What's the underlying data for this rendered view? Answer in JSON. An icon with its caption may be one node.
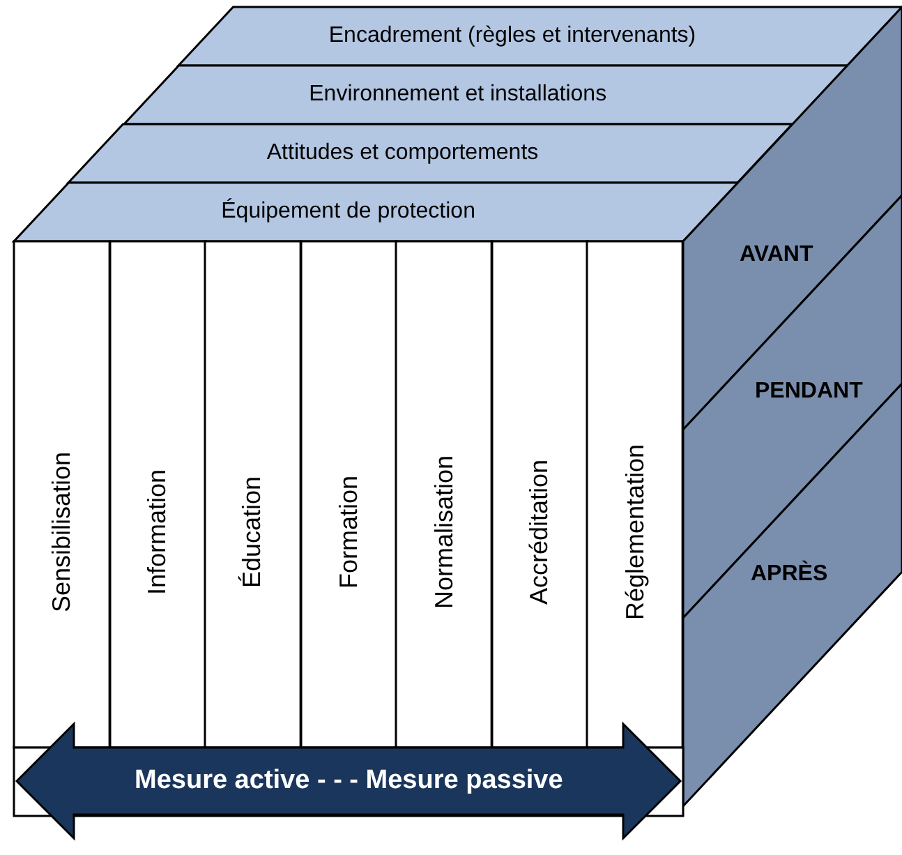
{
  "diagram": {
    "nodes": [
      {
        "text": [
          "Encadrement (règles et intervenants)"
        ]
      },
      {
        "text": [
          "Environnement et installations"
        ]
      },
      {
        "text": [
          "Attitudes et comportements"
        ]
      },
      {
        "text": [
          "Équipement de protection"
        ]
      },
      {
        "text": [
          "Sensibilisation"
        ]
      },
      {
        "text": [
          "Information"
        ]
      },
      {
        "text": [
          "Éducation"
        ]
      },
      {
        "text": [
          "Formation"
        ]
      },
      {
        "text": [
          "Normalisation"
        ]
      },
      {
        "text": [
          "Accréditation"
        ]
      },
      {
        "text": [
          "Réglementation"
        ]
      },
      {
        "text": [
          "AVANT"
        ]
      },
      {
        "text": [
          "PENDANT"
        ]
      },
      {
        "text": [
          "APRÈS"
        ]
      },
      {
        "text": [
          "Mesure active - - - Mesure passive"
        ]
      }
    ]
  }
}
